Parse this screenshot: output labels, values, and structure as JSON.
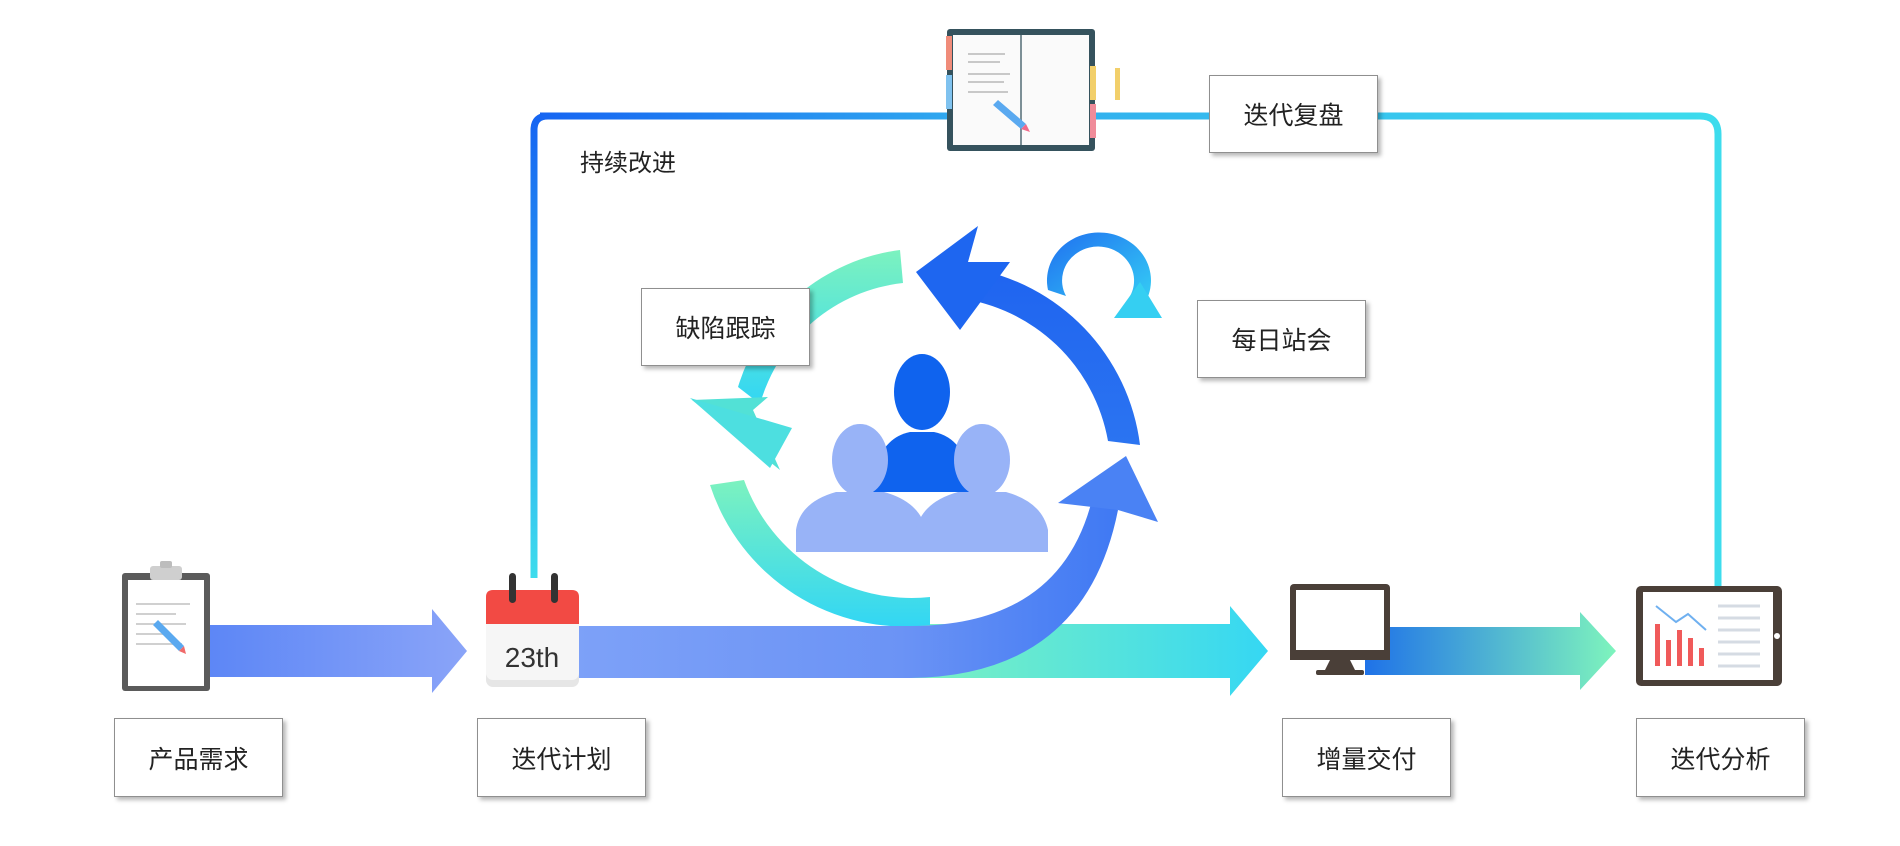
{
  "diagram": {
    "stages": {
      "requirement": "产品需求",
      "planning": "迭代计划",
      "delivery": "增量交付",
      "analysis": "迭代分析"
    },
    "loop": {
      "defect_tracking": "缺陷跟踪",
      "daily_standup": "每日站会",
      "retrospective": "迭代复盘",
      "continuous_improvement": "持续改进"
    },
    "calendar_day": "23th"
  },
  "icons": {
    "requirement": "clipboard-icon",
    "planning": "calendar-icon",
    "team": "team-icon",
    "delivery": "monitor-icon",
    "analysis": "tablet-chart-icon",
    "retrospective": "notebook-icon"
  },
  "colors": {
    "flow_blue": "#6f8ef5",
    "cycle_blue": "#1f6bf0",
    "cycle_green": "#74f0be",
    "cycle_cyan": "#36d8f0",
    "loop_line_blue": "#1665f2",
    "loop_line_cyan": "#3ddced",
    "team_front": "#0f63ee",
    "team_back": "#98b3f7",
    "chart_red": "#f05a5a"
  }
}
